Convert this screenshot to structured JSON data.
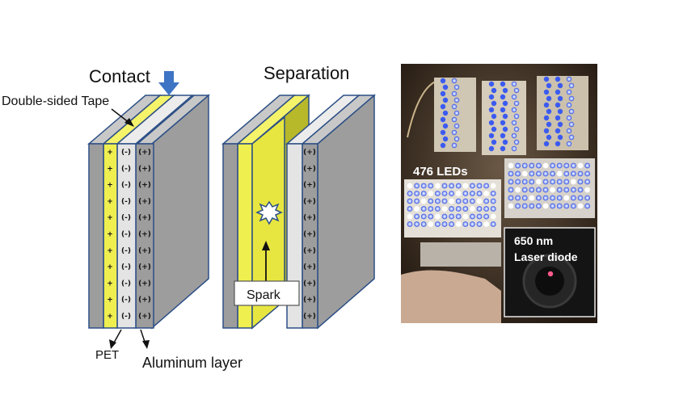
{
  "diagram": {
    "contact_title": "Contact",
    "separation_title": "Separation",
    "tape_label": "Double-sided Tape",
    "pet_label": "PET",
    "aluminum_label": "Aluminum layer",
    "spark_label": "Spark",
    "positive_charge": "(+)",
    "negative_charge": "(-)",
    "pet_charge": "+"
  },
  "photo": {
    "led_count_label": "476 LEDs",
    "laser_wavelength_label": "650 nm",
    "laser_diode_label": "Laser diode"
  },
  "colors": {
    "gray_slab": "#9d9d9d",
    "gray_top": "#b9b9b9",
    "gray_side": "#8a8a8a",
    "yellow": "#f0ef50",
    "yellow_dark": "#b7b82a",
    "outline": "#2c4f86",
    "arrow_blue": "#3e74c4",
    "photo_bg": "#3a2a1e",
    "led_blue": "#3b5bf0"
  },
  "icons": [
    "down-arrow-icon",
    "spark-burst-icon"
  ]
}
